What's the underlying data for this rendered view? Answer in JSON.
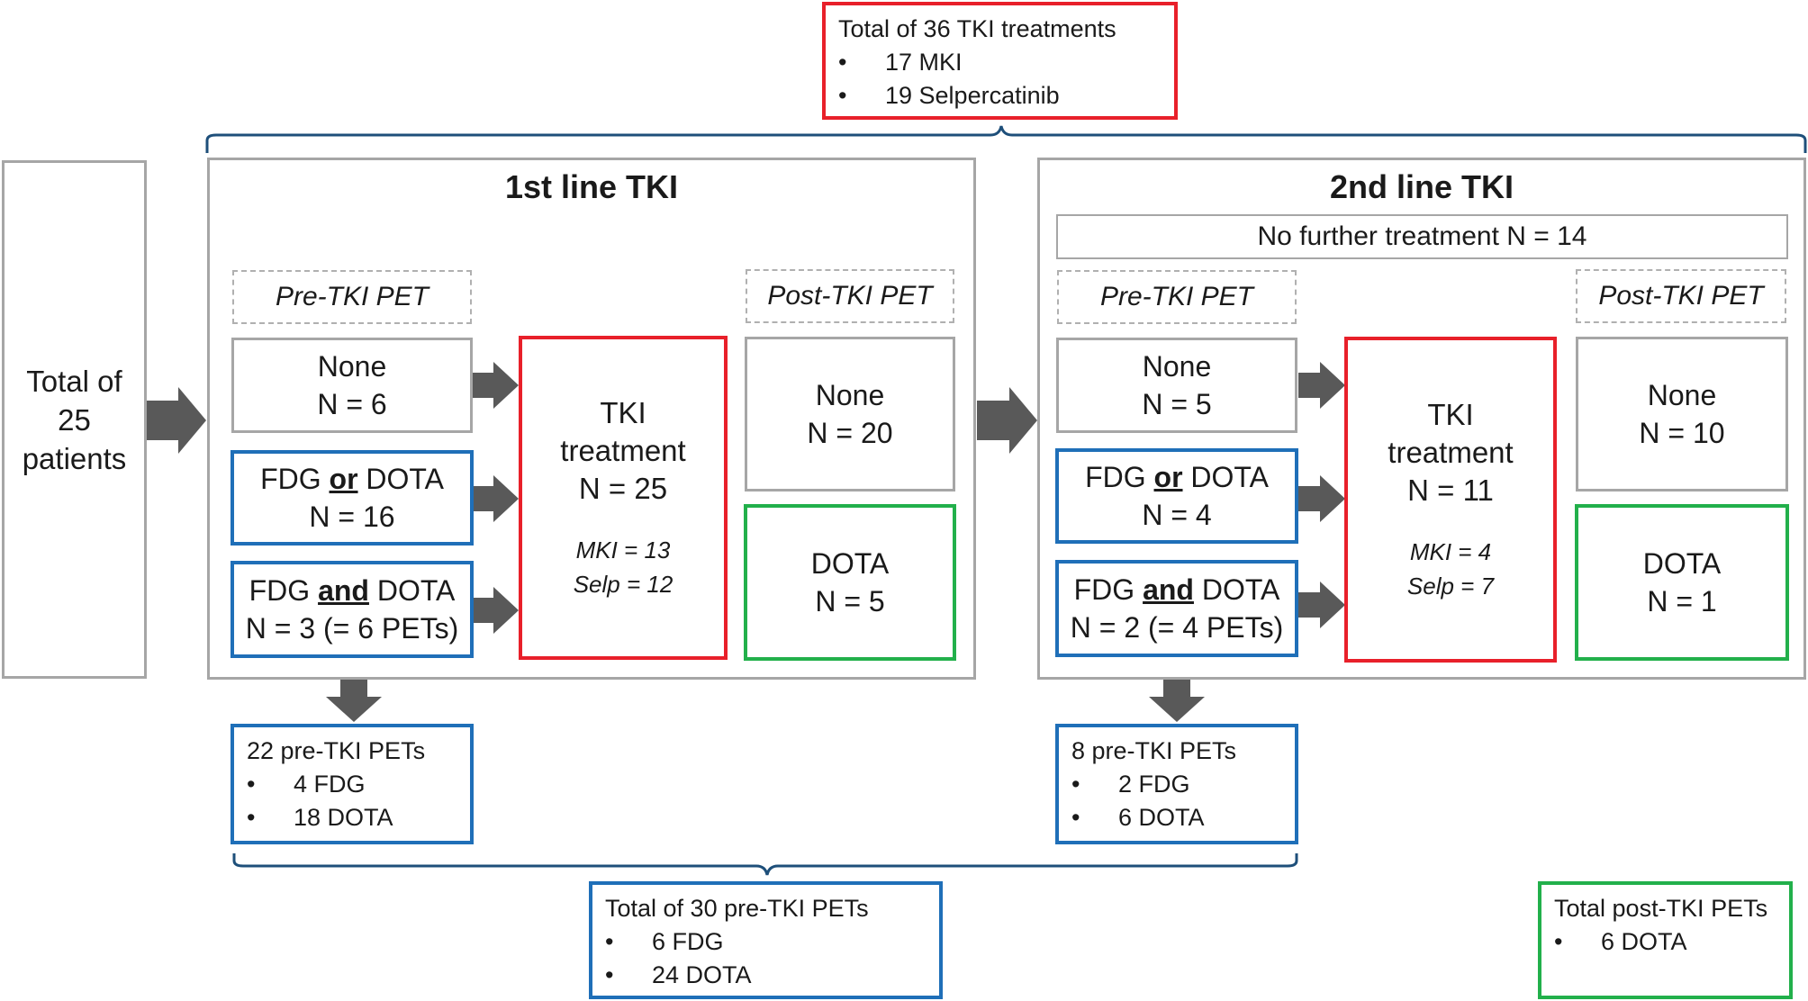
{
  "top_summary": {
    "title": "Total of 36 TKI treatments",
    "items": [
      "17 MKI",
      "19 Selpercatinib"
    ]
  },
  "patients": {
    "line1": "Total of",
    "line2": "25",
    "line3": "patients"
  },
  "first_line": {
    "title": "1st line TKI",
    "pre_label": "Pre-TKI PET",
    "post_label": "Post-TKI PET",
    "pre_none": {
      "label": "None",
      "n": "N = 6"
    },
    "pre_or": {
      "a": "FDG ",
      "conj": "or",
      "b": " DOTA",
      "n": "N = 16"
    },
    "pre_and": {
      "a": "FDG ",
      "conj": "and",
      "b": " DOTA",
      "n": "N = 3 (= 6 PETs)"
    },
    "tki": {
      "l1": "TKI",
      "l2": "treatment",
      "n": "N = 25",
      "mki": "MKI = 13",
      "selp": "Selp = 12"
    },
    "post_none": {
      "label": "None",
      "n": "N = 20"
    },
    "post_dota": {
      "label": "DOTA",
      "n": "N = 5"
    },
    "summary": {
      "title": "22 pre-TKI PETs",
      "items": [
        "4 FDG",
        "18 DOTA"
      ]
    }
  },
  "second_line": {
    "title": "2nd line TKI",
    "no_further": "No further treatment N = 14",
    "pre_label": "Pre-TKI PET",
    "post_label": "Post-TKI PET",
    "pre_none": {
      "label": "None",
      "n": "N = 5"
    },
    "pre_or": {
      "a": "FDG ",
      "conj": "or",
      "b": " DOTA",
      "n": "N = 4"
    },
    "pre_and": {
      "a": "FDG ",
      "conj": "and",
      "b": " DOTA",
      "n": "N = 2 (= 4 PETs)"
    },
    "tki": {
      "l1": "TKI",
      "l2": "treatment",
      "n": "N = 11",
      "mki": "MKI = 4",
      "selp": "Selp = 7"
    },
    "post_none": {
      "label": "None",
      "n": "N = 10"
    },
    "post_dota": {
      "label": "DOTA",
      "n": "N = 1"
    },
    "summary": {
      "title": "8 pre-TKI PETs",
      "items": [
        "2 FDG",
        "6 DOTA"
      ]
    }
  },
  "pre_total": {
    "title": "Total of 30 pre-TKI PETs",
    "items": [
      "6 FDG",
      "24 DOTA"
    ]
  },
  "post_total": {
    "title": "Total post-TKI PETs",
    "items": [
      "6 DOTA"
    ]
  },
  "colors": {
    "red": "#e8202a",
    "blue": "#1f6fb8",
    "green": "#22b04b",
    "gray": "#a6a6a6",
    "arrow": "#595959",
    "bracket": "#1e4f7a"
  }
}
